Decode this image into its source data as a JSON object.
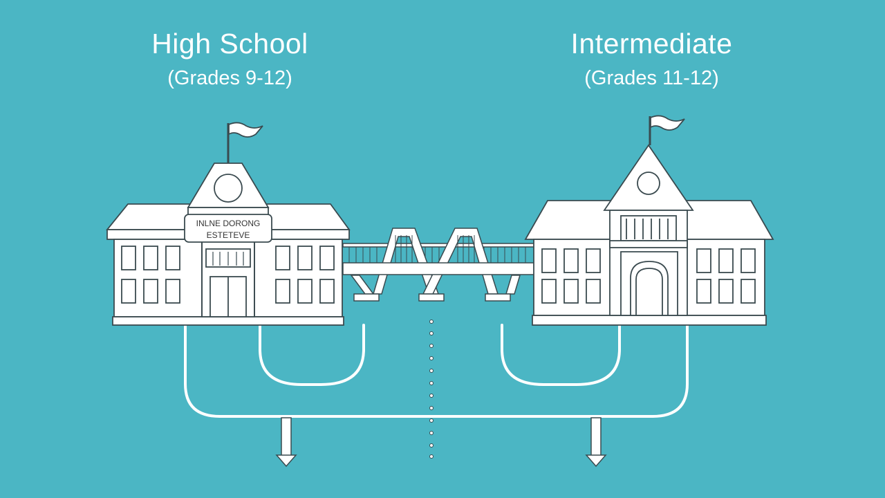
{
  "left_school": {
    "title": "High School",
    "subtitle": "(Grades 9‑12)",
    "sign_line1": "INLNE DORONG",
    "sign_line2": "ESTETEVE"
  },
  "right_school": {
    "title": "Intermediate",
    "subtitle": "(Grades 11-12)"
  },
  "colors": {
    "background": "#4bb6c4",
    "line": "#ffffff",
    "outline": "#3a4a4f"
  }
}
